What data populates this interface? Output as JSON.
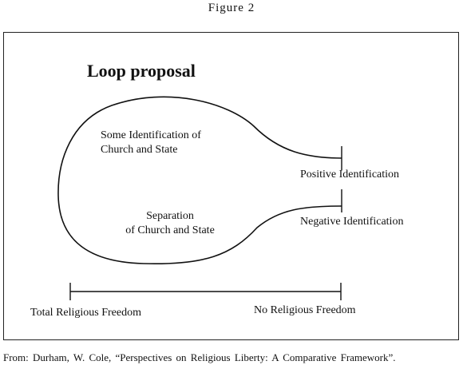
{
  "figure_label": "Figure 2",
  "diagram": {
    "title": "Loop proposal",
    "upper_region_line1": "Some Identification of",
    "upper_region_line2": "Church and State",
    "lower_region_line1": "Separation",
    "lower_region_line2": "of Church and State",
    "upper_end_label": "Positive Identification",
    "lower_end_label": "Negative Identification",
    "scale_left_label": "Total Religious Freedom",
    "scale_right_label": "No Religious Freedom"
  },
  "source_note": "From: Durham, W. Cole, “Perspectives on Religious Liberty: A Comparative Framework”."
}
